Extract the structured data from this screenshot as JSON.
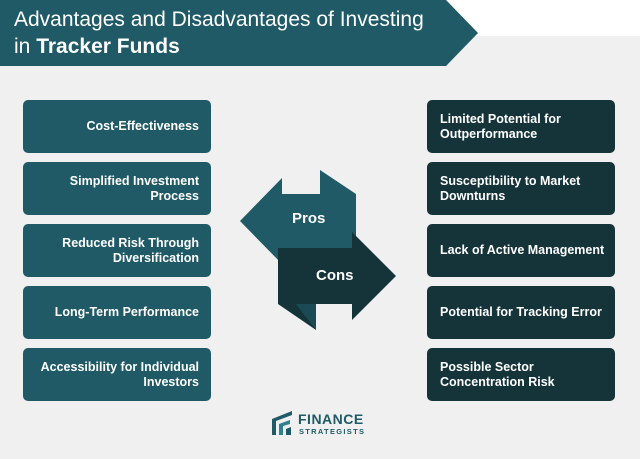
{
  "title": {
    "line1": "Advantages and Disadvantages of Investing",
    "line2_prefix": "in ",
    "line2_bold": "Tracker Funds"
  },
  "pros": [
    "Cost-Effectiveness",
    "Simplified Investment Process",
    "Reduced Risk Through Diversification",
    "Long-Term Performance",
    "Accessibility for Individual Investors"
  ],
  "cons": [
    "Limited Potential for Outperformance",
    "Susceptibility to Market Downturns",
    "Lack of Active Management",
    "Potential for Tracking Error",
    "Possible Sector Concentration Risk"
  ],
  "arrows": {
    "pros_label": "Pros",
    "cons_label": "Cons"
  },
  "logo": {
    "name": "FINANCE",
    "tagline": "STRATEGISTS"
  },
  "colors": {
    "pro_box": "#1f5a66",
    "con_box": "#15343a",
    "background": "#f0f0f0"
  }
}
